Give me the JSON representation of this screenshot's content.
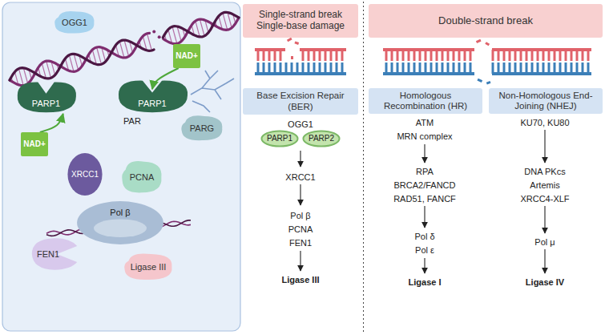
{
  "diagram": {
    "nodes": [
      {
        "text": [
          "OGG1"
        ]
      },
      {
        "text": [
          "NAD+"
        ]
      },
      {
        "text": [
          "PARP1"
        ]
      },
      {
        "text": [
          "PARP1"
        ]
      },
      {
        "text": [
          "NAD+"
        ]
      },
      {
        "text": [
          "PARG"
        ]
      },
      {
        "text": [
          "XRCC1"
        ]
      },
      {
        "text": [
          "PCNA"
        ]
      },
      {
        "text": [
          "Pol β"
        ]
      },
      {
        "text": [
          "FEN1"
        ]
      },
      {
        "text": [
          "Ligase III"
        ]
      },
      {
        "text": [
          "Single-strand break Single-base damage"
        ]
      },
      {
        "text": [
          "Base Excision Repair (BER)"
        ]
      },
      {
        "text": [
          "PARP1"
        ]
      },
      {
        "text": [
          "PARP2"
        ]
      },
      {
        "text": [
          "Double-strand break"
        ]
      },
      {
        "text": [
          "Homologous Recombination (HR)"
        ]
      },
      {
        "text": [
          "Non-Homologous End-Joining (NHEJ)"
        ]
      }
    ],
    "edges": [
      {
        "from": 1,
        "to": 2,
        "arrow": "to"
      },
      {
        "from": 4,
        "to": 3,
        "arrow": "to"
      }
    ],
    "labels": [
      "PAR",
      "OGG1",
      "XRCC1",
      "Pol β",
      "PCNA",
      "FEN1",
      "Ligase III",
      "ATM",
      "MRN complex",
      "RPA",
      "BRCA2/FANCD",
      "RAD51, FANCF",
      "Pol δ",
      "Pol ε",
      "Ligase I",
      "KU70, KU80",
      "DNA PKcs",
      "Artemis",
      "XRCC4-XLF",
      "Pol μ",
      "Ligase IV"
    ]
  }
}
